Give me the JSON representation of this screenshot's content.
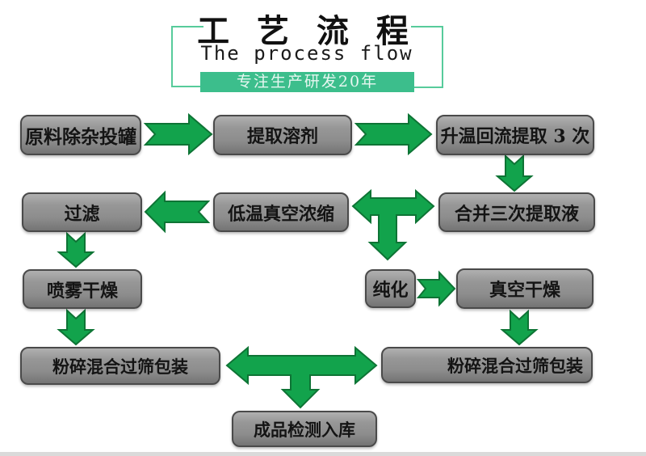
{
  "title": {
    "cn": "工 艺 流 程",
    "en": "The process flow",
    "banner": "专注生产研发20年"
  },
  "colors": {
    "arrow": "#12A34C",
    "arrow_border": "#0E7435",
    "banner": "#3CBE8C",
    "bracket": "#57CB9B",
    "box_border": "#4A4A4A"
  },
  "nodes": {
    "raw": "原料除杂投罐",
    "solvent": "提取溶剂",
    "reflux": "升温回流提取 3 次",
    "filter": "过滤",
    "concentrate": "低温真空浓缩",
    "combine": "合并三次提取液",
    "spray": "喷雾干燥",
    "purify": "纯化",
    "vacuum": "真空干燥",
    "crush_left": "粉碎混合过筛包装",
    "crush_right": "粉碎混合过筛包装",
    "final": "成品检测入库"
  },
  "edges": [
    {
      "from": "raw",
      "to": "solvent",
      "type": "right"
    },
    {
      "from": "solvent",
      "to": "reflux",
      "type": "right"
    },
    {
      "from": "reflux",
      "to": "combine",
      "type": "down"
    },
    {
      "from": "combine",
      "to": "concentrate",
      "type": "left-bidirectional-with-down-branch",
      "branch_to": "purify"
    },
    {
      "from": "concentrate",
      "to": "filter",
      "type": "left"
    },
    {
      "from": "filter",
      "to": "spray",
      "type": "down"
    },
    {
      "from": "spray",
      "to": "crush_left",
      "type": "down"
    },
    {
      "from": "purify",
      "to": "vacuum",
      "type": "right"
    },
    {
      "from": "vacuum",
      "to": "crush_right",
      "type": "down"
    },
    {
      "from": "crush_left",
      "to": "crush_right",
      "type": "bidirectional-with-down-branch",
      "branch_to": "final"
    }
  ]
}
